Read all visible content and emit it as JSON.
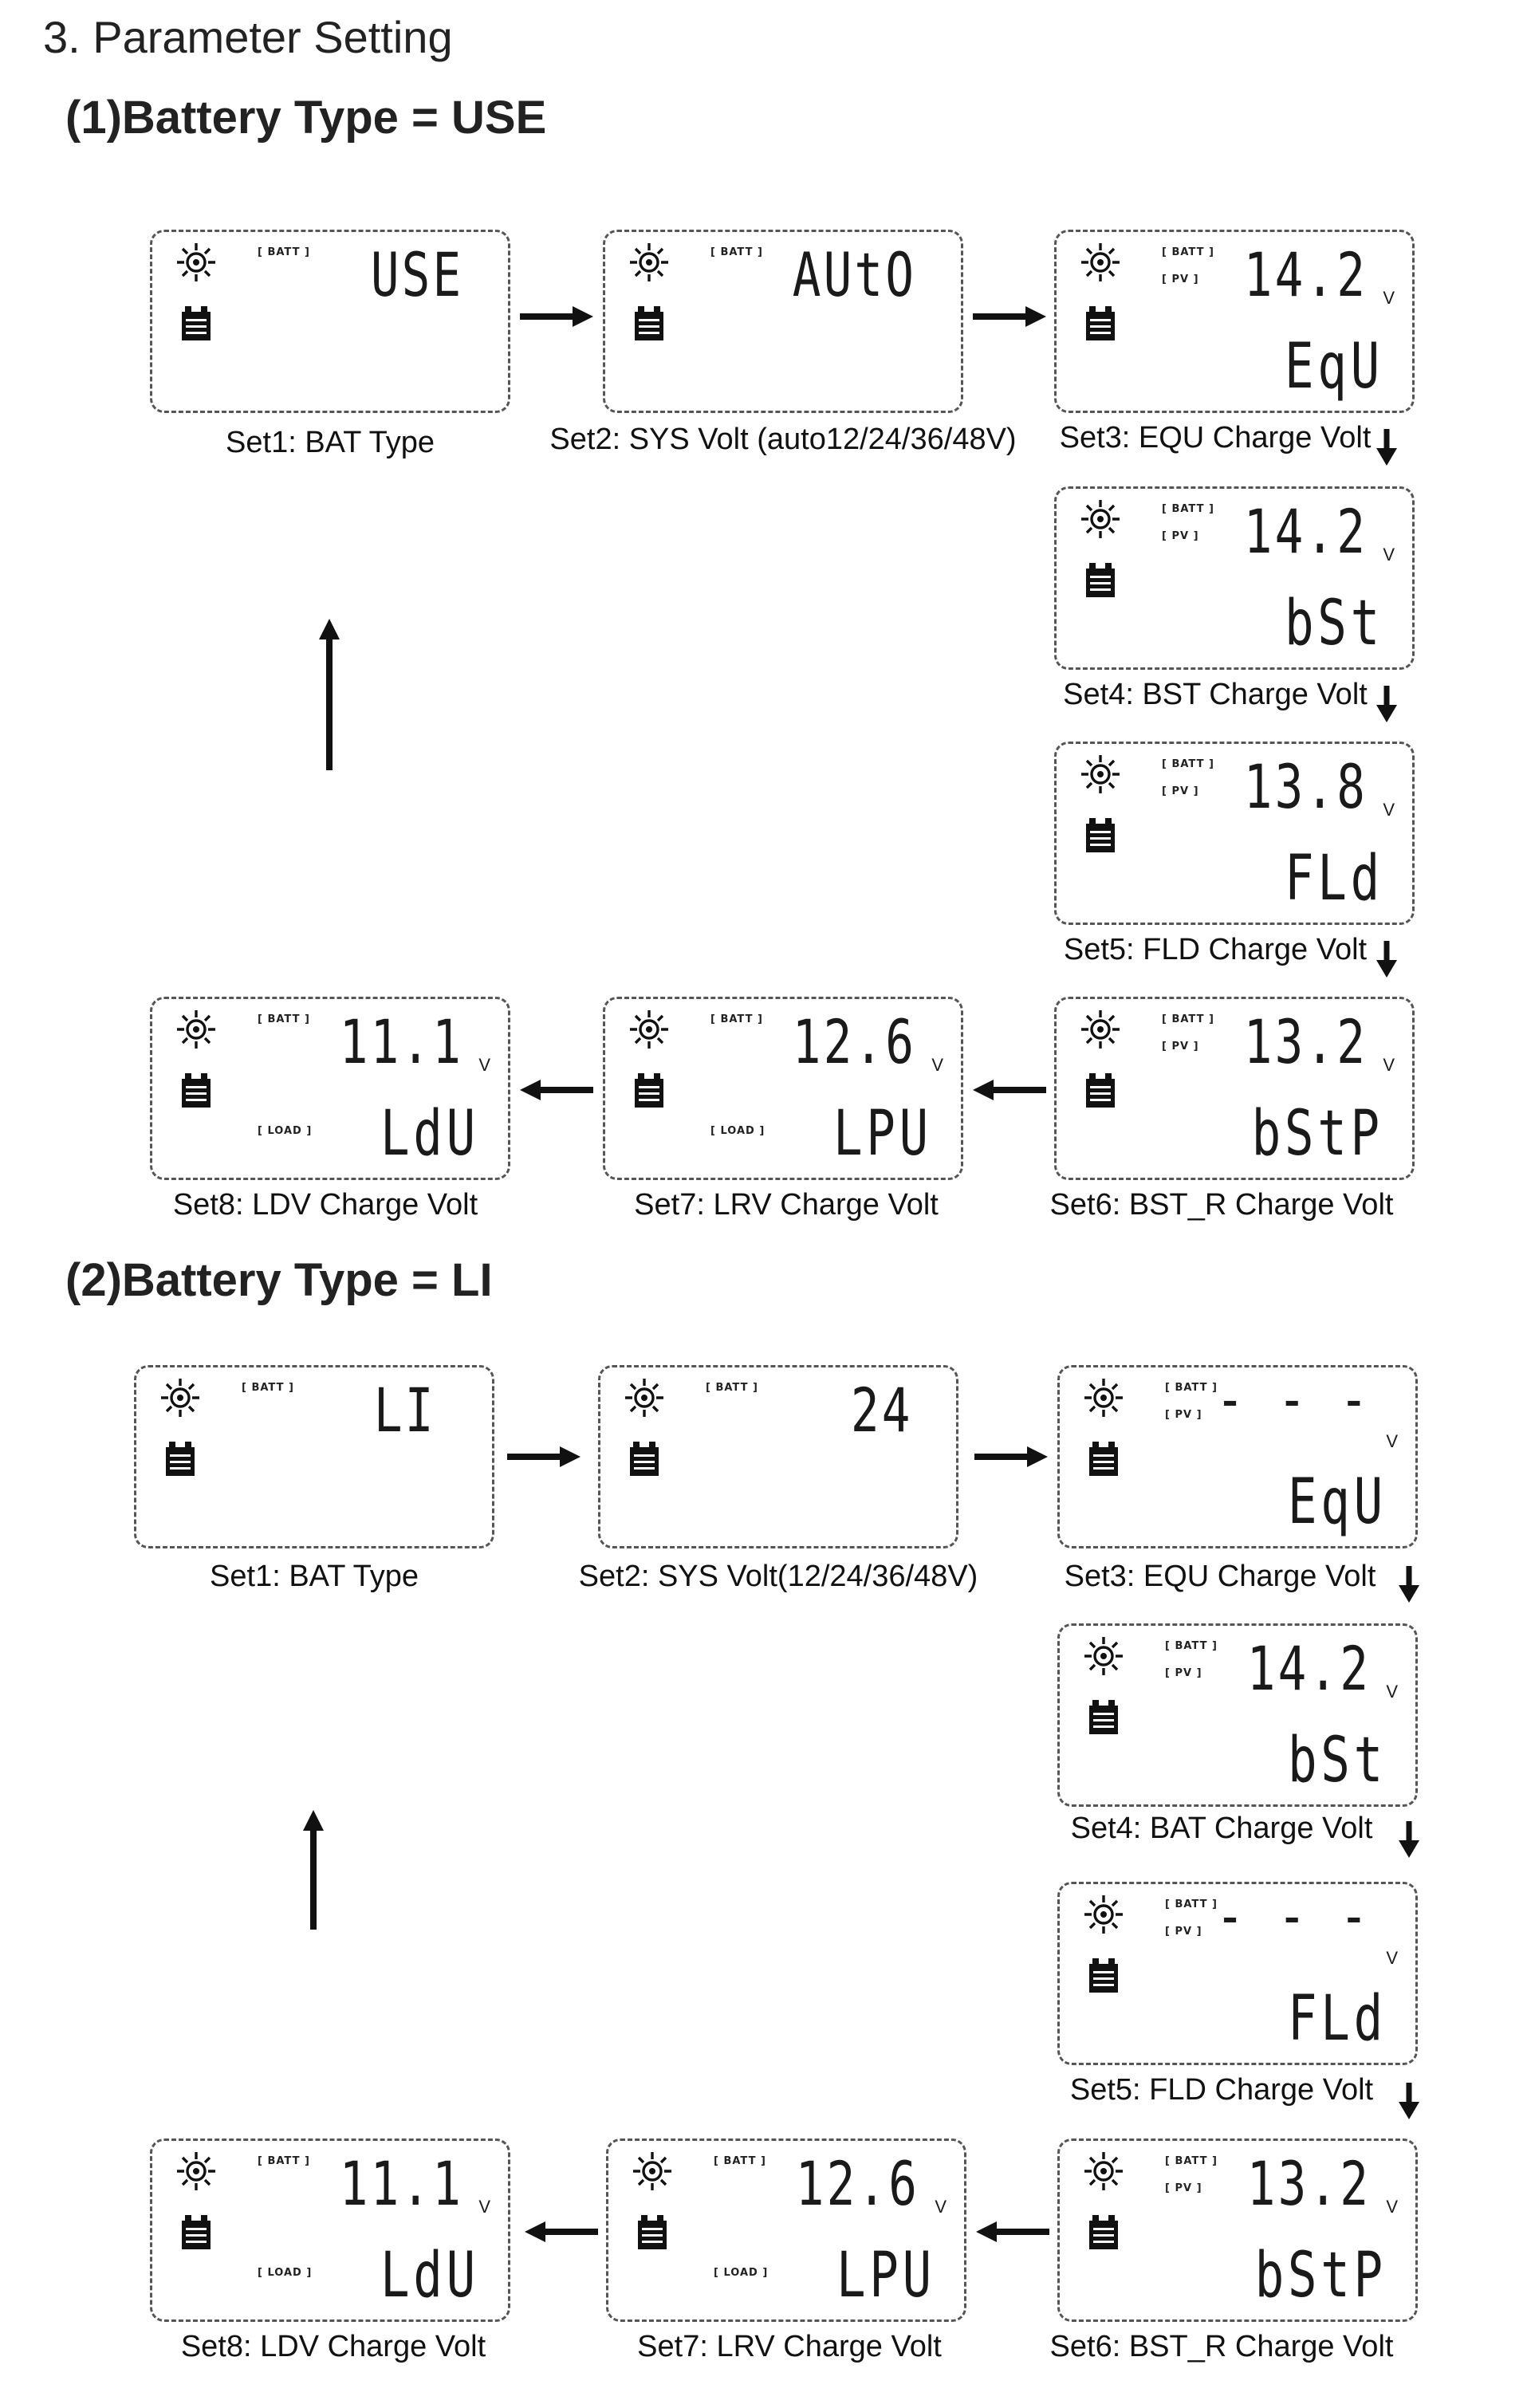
{
  "page_title": "3. Parameter Setting",
  "sections": [
    {
      "title": "(1)Battery Type = USE",
      "panels": [
        {
          "id": "s1",
          "batt": "[ BATT ]",
          "pv": "",
          "load": "",
          "top": "USE",
          "unit": "",
          "bottom": "",
          "caption": "Set1: BAT Type"
        },
        {
          "id": "s2",
          "batt": "[ BATT ]",
          "pv": "",
          "load": "",
          "top": "AUtO",
          "unit": "",
          "bottom": "",
          "caption": "Set2: SYS Volt (auto12/24/36/48V)"
        },
        {
          "id": "s3",
          "batt": "[ BATT ]",
          "pv": "[ PV ]",
          "load": "",
          "top": "14.2",
          "unit": "V",
          "bottom": "EqU",
          "caption": "Set3: EQU Charge Volt"
        },
        {
          "id": "s4",
          "batt": "[ BATT ]",
          "pv": "[ PV ]",
          "load": "",
          "top": "14.2",
          "unit": "V",
          "bottom": "bSt",
          "caption": "Set4: BST Charge Volt"
        },
        {
          "id": "s5",
          "batt": "[ BATT ]",
          "pv": "[ PV ]",
          "load": "",
          "top": "13.8",
          "unit": "V",
          "bottom": "FLd",
          "caption": "Set5: FLD Charge Volt"
        },
        {
          "id": "s6",
          "batt": "[ BATT ]",
          "pv": "[ PV ]",
          "load": "",
          "top": "13.2",
          "unit": "V",
          "bottom": "bStP",
          "caption": "Set6: BST_R Charge Volt"
        },
        {
          "id": "s7",
          "batt": "[ BATT ]",
          "pv": "",
          "load": "[ LOAD ]",
          "top": "12.6",
          "unit": "V",
          "bottom": "LPU",
          "caption": "Set7: LRV Charge Volt"
        },
        {
          "id": "s8",
          "batt": "[ BATT ]",
          "pv": "",
          "load": "[ LOAD ]",
          "top": "11.1",
          "unit": "V",
          "bottom": "LdU",
          "caption": "Set8: LDV Charge Volt"
        }
      ]
    },
    {
      "title": "(2)Battery Type = LI",
      "panels": [
        {
          "id": "s1",
          "batt": "[ BATT ]",
          "pv": "",
          "load": "",
          "top": "LI",
          "unit": "",
          "bottom": "",
          "caption": "Set1: BAT Type"
        },
        {
          "id": "s2",
          "batt": "[ BATT ]",
          "pv": "",
          "load": "",
          "top": "24",
          "unit": "",
          "bottom": "",
          "caption": "Set2: SYS Volt(12/24/36/48V)"
        },
        {
          "id": "s3",
          "batt": "[ BATT ]",
          "pv": "[ PV ]",
          "load": "",
          "top": "- - -",
          "unit": "V",
          "bottom": "EqU",
          "caption": "Set3: EQU Charge Volt"
        },
        {
          "id": "s4",
          "batt": "[ BATT ]",
          "pv": "[ PV ]",
          "load": "",
          "top": "14.2",
          "unit": "V",
          "bottom": "bSt",
          "caption": "Set4: BAT Charge Volt"
        },
        {
          "id": "s5",
          "batt": "[ BATT ]",
          "pv": "[ PV ]",
          "load": "",
          "top": "- - -",
          "unit": "V",
          "bottom": "FLd",
          "caption": "Set5: FLD Charge Volt"
        },
        {
          "id": "s6",
          "batt": "[ BATT ]",
          "pv": "[ PV ]",
          "load": "",
          "top": "13.2",
          "unit": "V",
          "bottom": "bStP",
          "caption": "Set6: BST_R Charge Volt"
        },
        {
          "id": "s7",
          "batt": "[ BATT ]",
          "pv": "",
          "load": "[ LOAD ]",
          "top": "12.6",
          "unit": "V",
          "bottom": "LPU",
          "caption": "Set7: LRV Charge Volt"
        },
        {
          "id": "s8",
          "batt": "[ BATT ]",
          "pv": "",
          "load": "[ LOAD ]",
          "top": "11.1",
          "unit": "V",
          "bottom": "LdU",
          "caption": "Set8: LDV Charge Volt"
        }
      ]
    }
  ]
}
